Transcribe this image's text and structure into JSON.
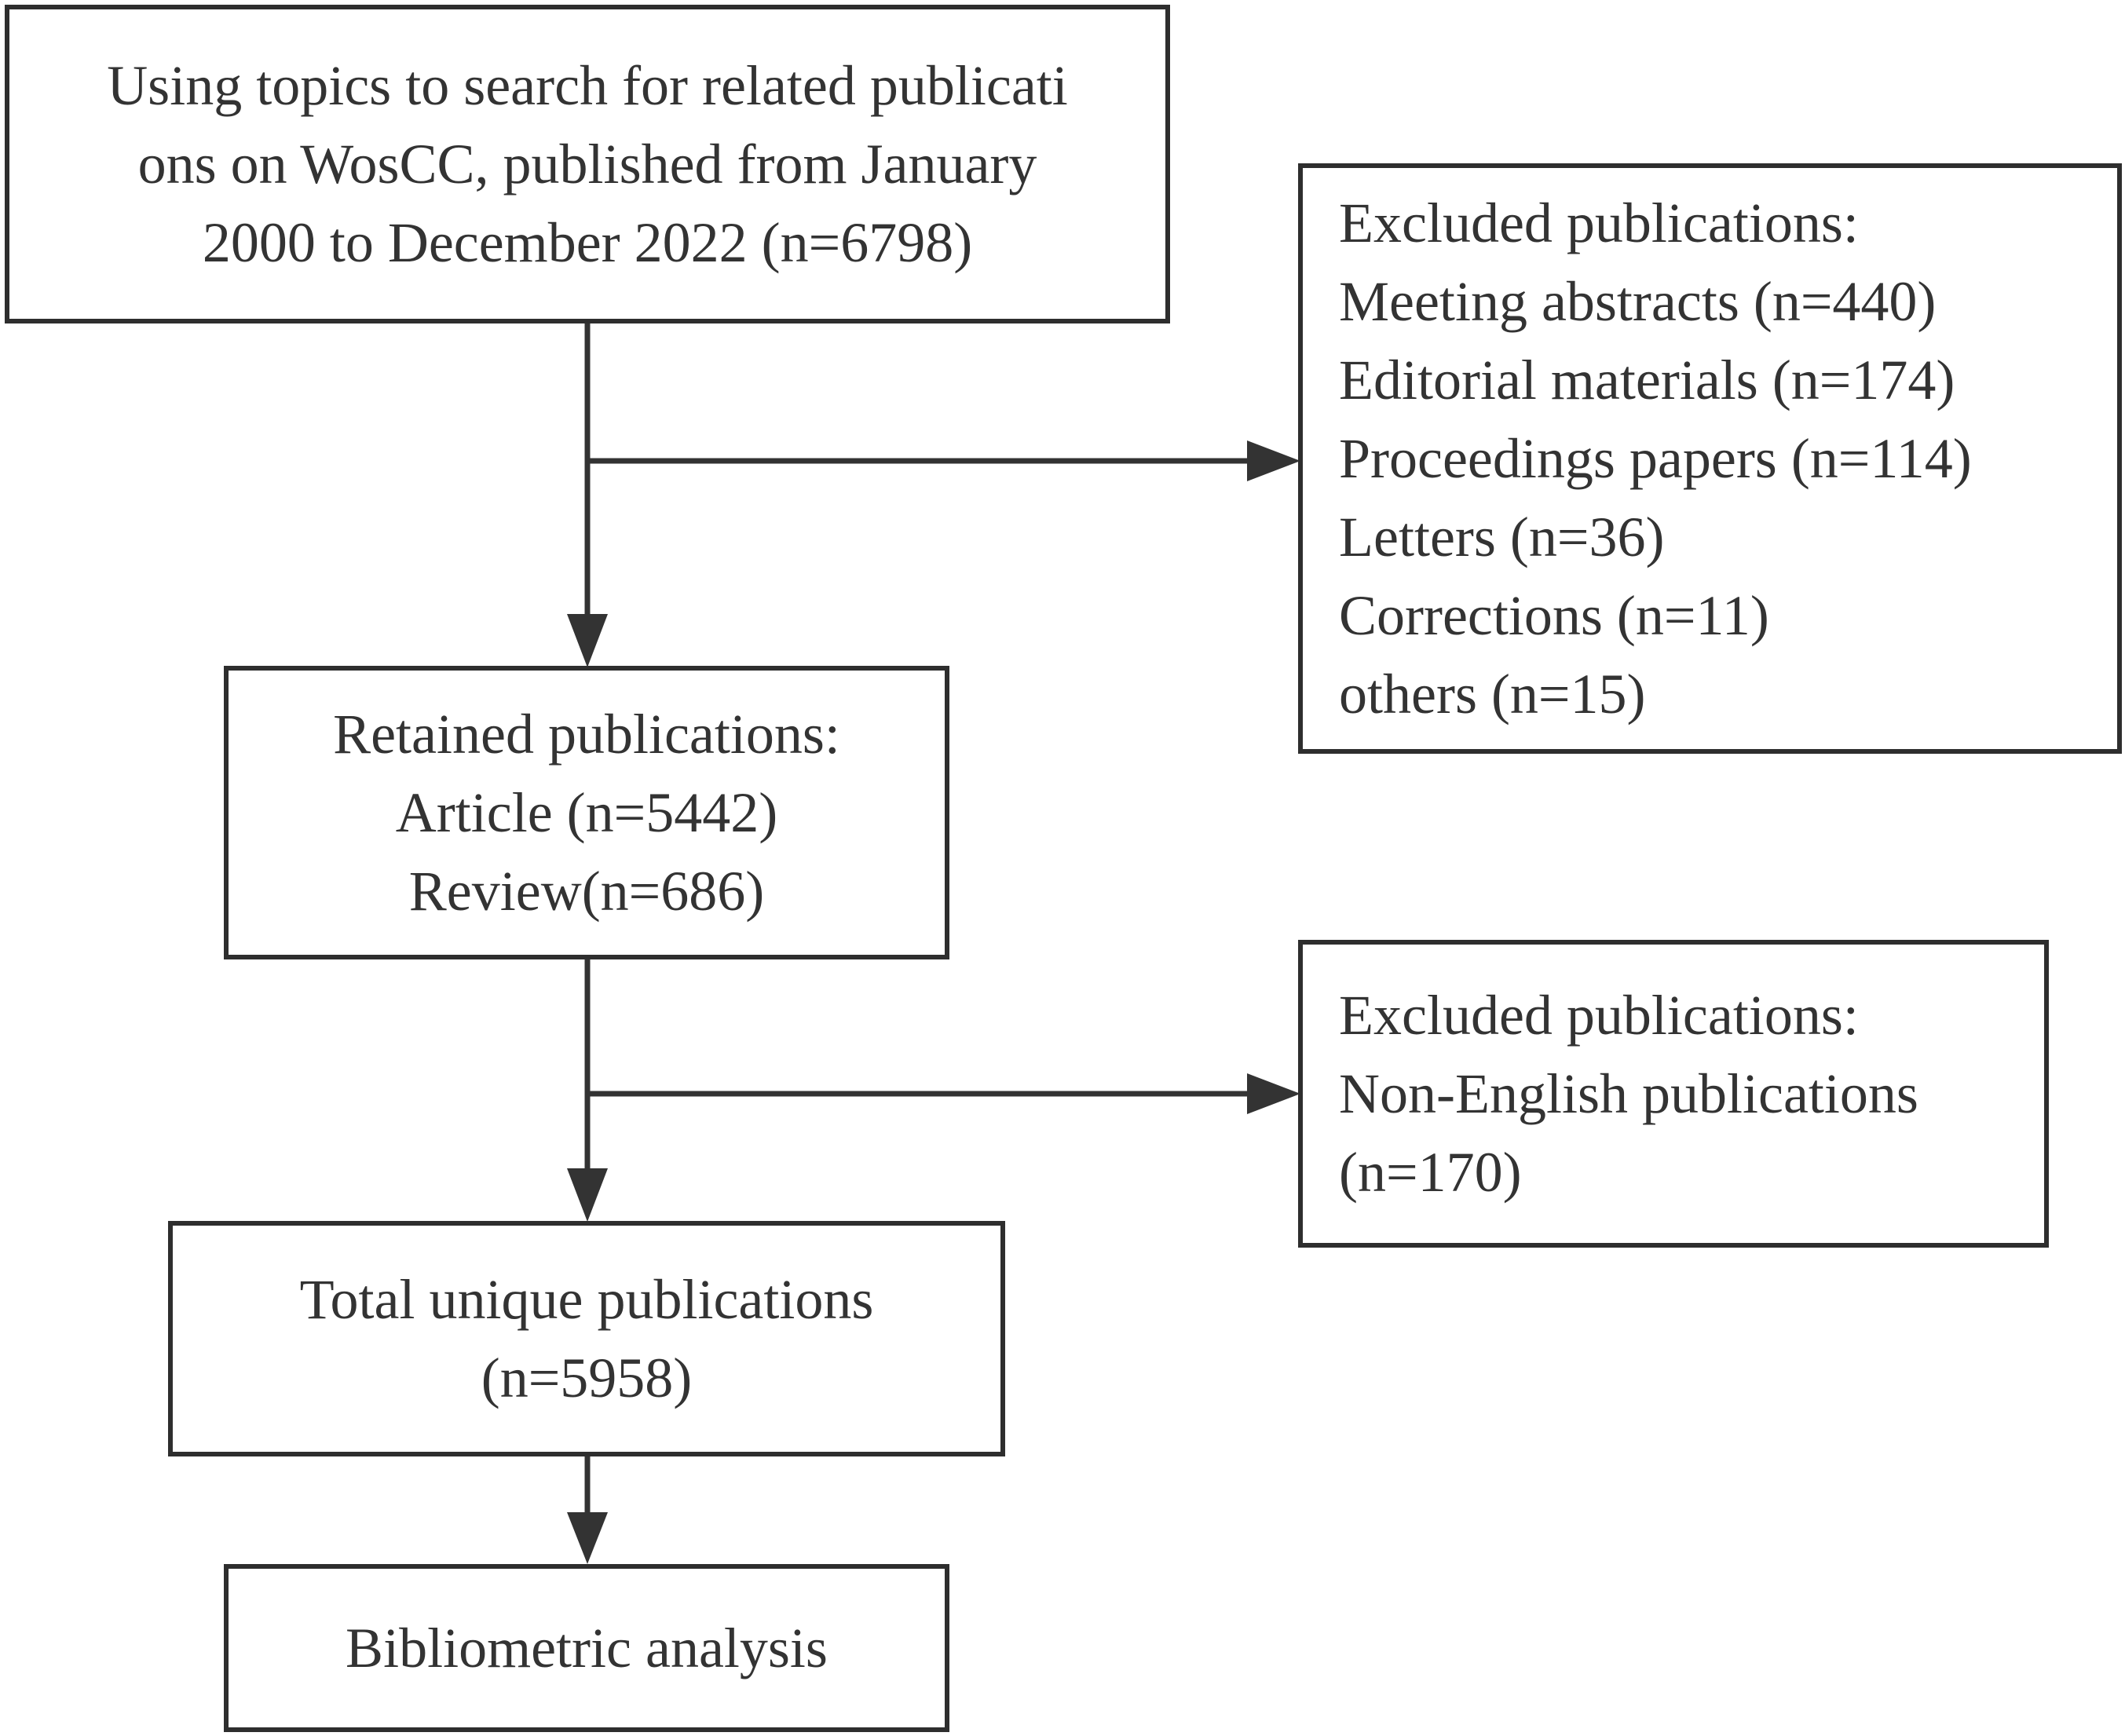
{
  "nodes": {
    "search": {
      "lines": [
        "Using topics to search for related publicati",
        "ons on WosCC, published from January",
        "2000 to December 2022 (n=6798)"
      ]
    },
    "excluded_types": {
      "lines": [
        "Excluded publications:",
        "Meeting abstracts (n=440)",
        "Editorial materials (n=174)",
        "Proceedings papers (n=114)",
        "Letters (n=36)",
        "Corrections (n=11)",
        "others (n=15)"
      ]
    },
    "retained": {
      "lines": [
        "Retained publications:",
        "Article (n=5442)",
        "Review(n=686)"
      ]
    },
    "excluded_language": {
      "lines": [
        "Excluded publications:",
        "Non-English publications",
        "(n=170)"
      ]
    },
    "unique": {
      "lines": [
        "Total unique publications",
        "(n=5958)"
      ]
    },
    "analysis": {
      "lines": [
        "Bibliometric analysis"
      ]
    }
  },
  "edges": [
    {
      "from": "search",
      "to": "retained"
    },
    {
      "from": "search",
      "to": "excluded_types"
    },
    {
      "from": "retained",
      "to": "unique"
    },
    {
      "from": "retained",
      "to": "excluded_language"
    },
    {
      "from": "unique",
      "to": "analysis"
    }
  ],
  "colors": {
    "line": "#333333",
    "border": "#2e2e2e",
    "text": "#333333",
    "background": "#ffffff"
  }
}
